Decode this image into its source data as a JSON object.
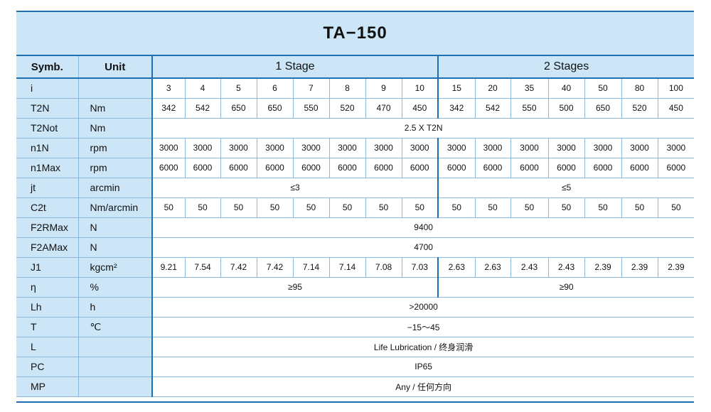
{
  "title": "TA−150",
  "headers": {
    "symb": "Symb.",
    "unit": "Unit",
    "stage1": "1 Stage",
    "stage2": "2 Stages"
  },
  "rows": [
    {
      "sym": "i",
      "unit": "",
      "cells": [
        "3",
        "4",
        "5",
        "6",
        "7",
        "8",
        "9",
        "10",
        "15",
        "20",
        "35",
        "40",
        "50",
        "80",
        "100"
      ]
    },
    {
      "sym": "T2N",
      "unit": "Nm",
      "cells": [
        "342",
        "542",
        "650",
        "650",
        "550",
        "520",
        "470",
        "450",
        "342",
        "542",
        "550",
        "500",
        "650",
        "520",
        "450"
      ]
    },
    {
      "sym": "T2Not",
      "unit": "Nm",
      "span_all": "2.5 X T2N"
    },
    {
      "sym": "n1N",
      "unit": "rpm",
      "cells": [
        "3000",
        "3000",
        "3000",
        "3000",
        "3000",
        "3000",
        "3000",
        "3000",
        "3000",
        "3000",
        "3000",
        "3000",
        "3000",
        "3000",
        "3000"
      ]
    },
    {
      "sym": "n1Max",
      "unit": "rpm",
      "cells": [
        "6000",
        "6000",
        "6000",
        "6000",
        "6000",
        "6000",
        "6000",
        "6000",
        "6000",
        "6000",
        "6000",
        "6000",
        "6000",
        "6000",
        "6000"
      ]
    },
    {
      "sym": "jt",
      "unit": "arcmin",
      "span1": "≤3",
      "span2": "≤5"
    },
    {
      "sym": "C2t",
      "unit": "Nm/arcmin",
      "cells": [
        "50",
        "50",
        "50",
        "50",
        "50",
        "50",
        "50",
        "50",
        "50",
        "50",
        "50",
        "50",
        "50",
        "50",
        "50"
      ]
    },
    {
      "sym": "F2RMax",
      "unit": "N",
      "span_all": "9400"
    },
    {
      "sym": "F2AMax",
      "unit": "N",
      "span_all": "4700"
    },
    {
      "sym": "J1",
      "unit": "kgcm²",
      "cells": [
        "9.21",
        "7.54",
        "7.42",
        "7.42",
        "7.14",
        "7.14",
        "7.08",
        "7.03",
        "2.63",
        "2.63",
        "2.43",
        "2.43",
        "2.39",
        "2.39",
        "2.39"
      ]
    },
    {
      "sym": "η",
      "unit": "%",
      "span1": "≥95",
      "span2": "≥90"
    },
    {
      "sym": "Lh",
      "unit": "h",
      "span_all": ">20000"
    },
    {
      "sym": "T",
      "unit": "℃",
      "span_all": "−15～45"
    },
    {
      "sym": "L",
      "unit": "",
      "span_all": "Life Lubrication / 终身润滑"
    },
    {
      "sym": "PC",
      "unit": "",
      "span_all": "IP65"
    },
    {
      "sym": "MP",
      "unit": "",
      "span_all": "Any / 任何方向"
    }
  ]
}
